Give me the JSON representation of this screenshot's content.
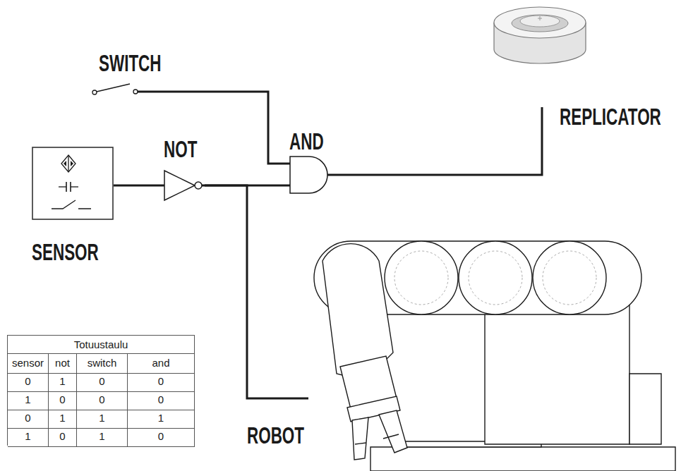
{
  "diagram": {
    "nodes": [
      {
        "text": [
          "SWITCH"
        ]
      },
      {
        "text": [
          "SENSOR"
        ]
      },
      {
        "text": [
          "NOT"
        ]
      },
      {
        "text": [
          "AND"
        ]
      },
      {
        "text": [
          "REPLICATOR"
        ]
      },
      {
        "text": [
          "ROBOT"
        ]
      }
    ],
    "edges": [
      {
        "from": 0,
        "to": 3,
        "arrow": "none"
      },
      {
        "from": 1,
        "to": 2,
        "arrow": "none"
      },
      {
        "from": 2,
        "to": 3,
        "arrow": "none"
      },
      {
        "from": 2,
        "to": 5,
        "arrow": "none"
      },
      {
        "from": 3,
        "to": 4,
        "arrow": "none"
      }
    ],
    "labels": [
      "Totuustaulu",
      "sensor",
      "not",
      "switch",
      "and",
      "0",
      "1",
      "0",
      "0",
      "1",
      "0",
      "0",
      "0",
      "0",
      "1",
      "1",
      "1",
      "1",
      "0",
      "1",
      "0"
    ]
  }
}
